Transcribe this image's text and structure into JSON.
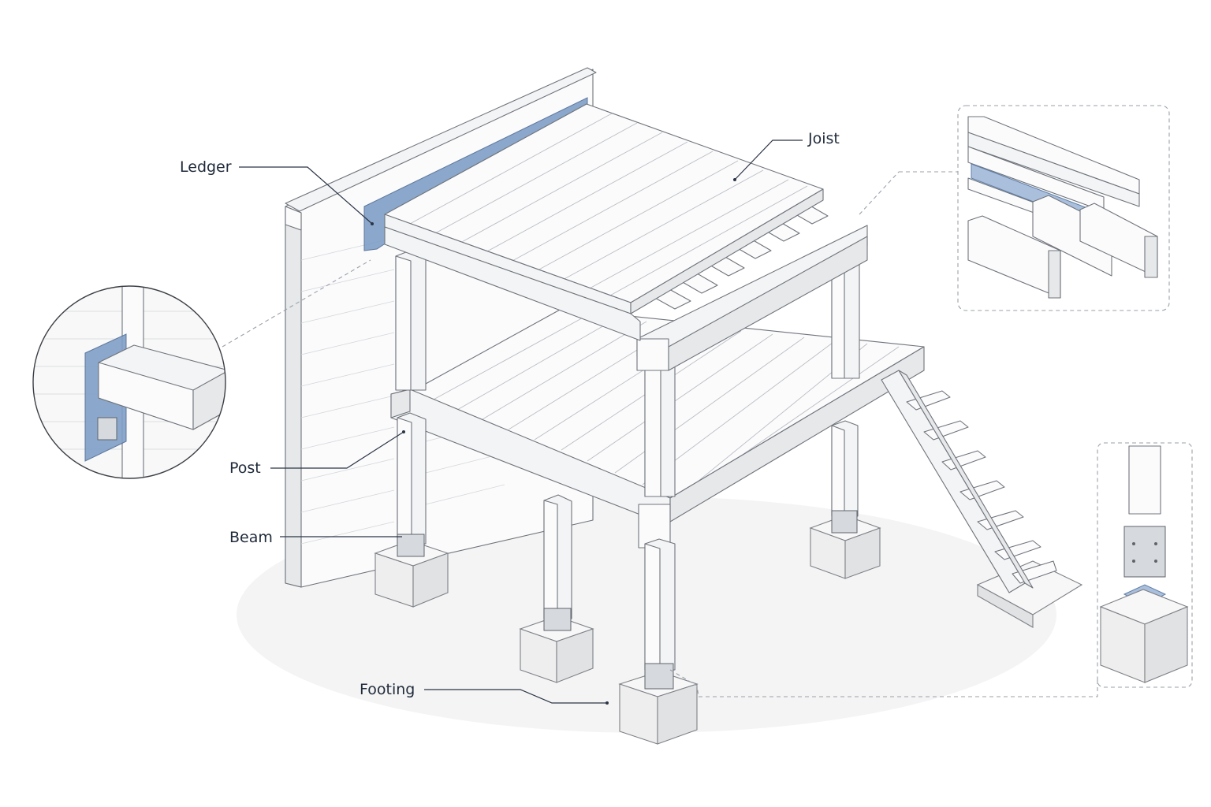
{
  "labels": {
    "ledger": "Ledger",
    "joist": "Joist",
    "post": "Post",
    "beam": "Beam",
    "footing": "Footing"
  },
  "colors": {
    "accent_blue": "#7f9ec6",
    "line": "#2b3545",
    "wood": "#f3f4f5",
    "concrete": "#eeeeee"
  }
}
